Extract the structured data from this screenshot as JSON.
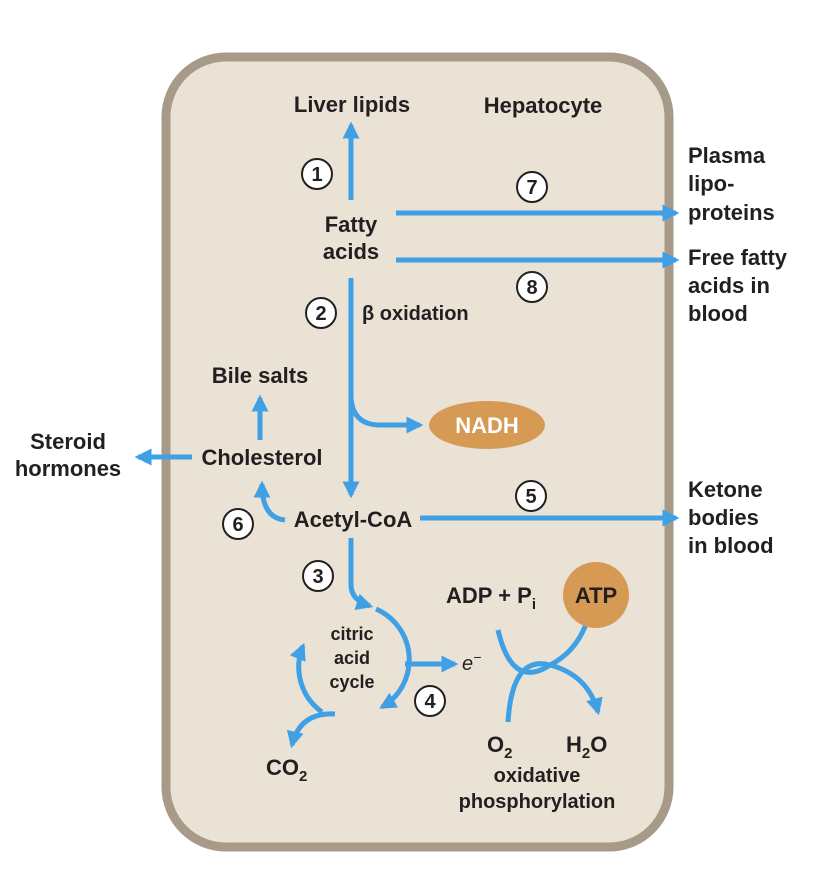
{
  "colors": {
    "cell_fill": "#ebe2d6",
    "cell_border": "#a89a88",
    "arrow": "#3fa0e6",
    "oval": "#d69a55"
  },
  "cell": {
    "title": "Hepatocyte"
  },
  "nodes": {
    "liver_lipids": "Liver lipids",
    "fatty_acids_1": "Fatty",
    "fatty_acids_2": "acids",
    "beta_oxidation": "β oxidation",
    "nadh": "NADH",
    "bile_salts": "Bile salts",
    "cholesterol": "Cholesterol",
    "steroid_1": "Steroid",
    "steroid_2": "hormones",
    "acetyl_coa": "Acetyl-CoA",
    "plasma_1": "Plasma",
    "plasma_2": "lipo-",
    "plasma_3": "proteins",
    "ffa_1": "Free fatty",
    "ffa_2": "acids in",
    "ffa_3": "blood",
    "ketone_1": "Ketone",
    "ketone_2": "bodies",
    "ketone_3": "in blood",
    "citric_1": "citric",
    "citric_2": "acid",
    "citric_3": "cycle",
    "electron": "e",
    "electron_sup": "−",
    "adp_main": "ADP + P",
    "adp_sub": "i",
    "atp": "ATP",
    "o2_main": "O",
    "o2_sub": "2",
    "h2o_h": "H",
    "h2o_sub": "2",
    "h2o_o": "O",
    "co2_main": "CO",
    "co2_sub": "2",
    "oxphos_1": "oxidative",
    "oxphos_2": "phosphorylation"
  },
  "step_numbers": [
    "1",
    "2",
    "3",
    "4",
    "5",
    "6",
    "7",
    "8"
  ]
}
